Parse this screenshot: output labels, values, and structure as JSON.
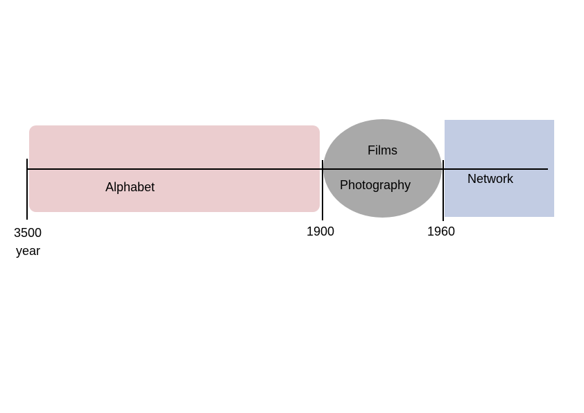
{
  "colors": {
    "alphabet_fill": "#ebcdcf",
    "media_fill": "#a9a9a9",
    "network_fill": "#c2cce3",
    "axis": "#000000"
  },
  "periods": {
    "alphabet": "Alphabet",
    "films": "Films",
    "photography": "Photography",
    "network": "Network"
  },
  "ticks": {
    "start": "3500",
    "start_unit": "year",
    "mid": "1900",
    "end": "1960"
  }
}
